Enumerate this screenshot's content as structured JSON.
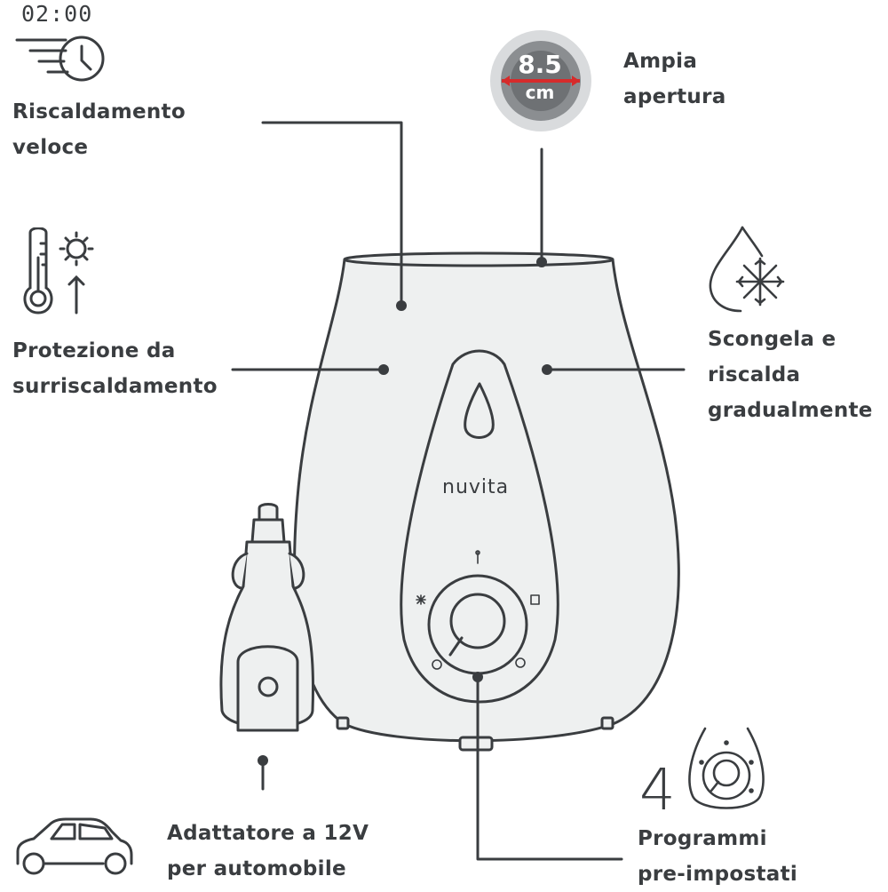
{
  "features": {
    "fast_heating": {
      "icon": "clock-speed-icon",
      "display": "02:00",
      "line1": "Riscaldamento",
      "line2": "veloce"
    },
    "wide_opening": {
      "icon": "wide-opening-icon",
      "measure_value": "8.5",
      "measure_unit": "cm",
      "line1": "Ampia",
      "line2": "apertura"
    },
    "overheat_protection": {
      "icon": "thermometer-sun-icon",
      "line1": "Protezione da",
      "line2": "surriscaldamento"
    },
    "defrost": {
      "icon": "snowflake-drop-icon",
      "line1": "Scongela e",
      "line2": "riscalda",
      "line3": "gradualmente"
    },
    "car_adapter": {
      "icon": "car-icon",
      "line1": "Adattatore a 12V",
      "line2": "per automobile"
    },
    "programs": {
      "icon": "dial-icon",
      "count": "4",
      "line1": "Programmi",
      "line2": "pre-impostati"
    }
  },
  "device": {
    "brand": "nuvita"
  },
  "colors": {
    "outline": "#3a3d40",
    "body_fill": "#eef0f0",
    "accent_red": "#d62b2b"
  }
}
